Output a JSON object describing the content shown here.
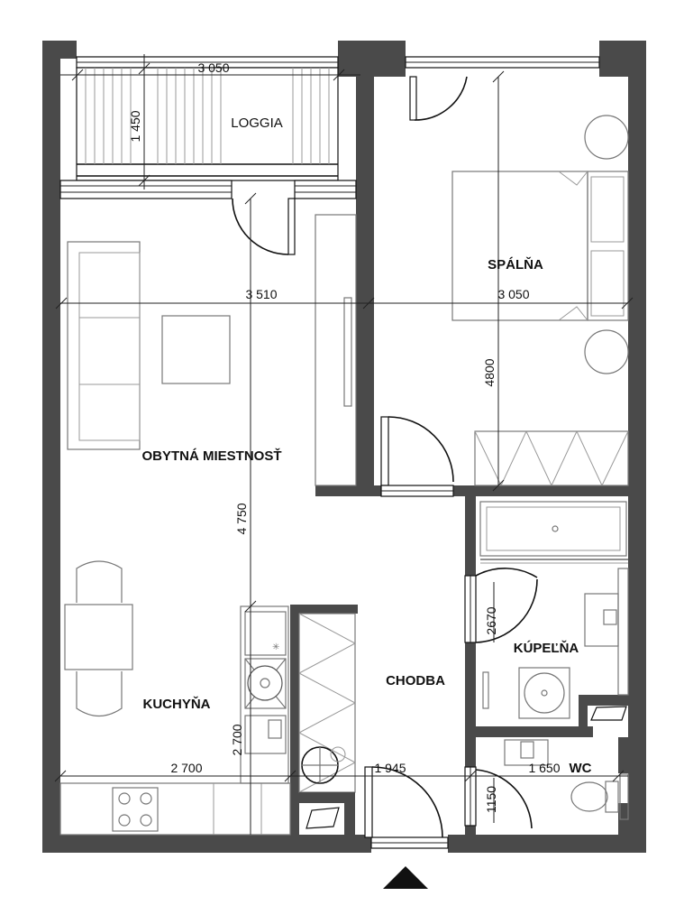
{
  "rooms": {
    "loggia": "LOGGIA",
    "bedroom": "SPÁLŇA",
    "living": "OBYTNÁ MIESTNOSŤ",
    "kitchen": "KUCHYŇA",
    "hallway": "CHODBA",
    "bathroom": "KÚPEĽŇA",
    "wc": "WC"
  },
  "dimensions": {
    "loggia_width": "3 050",
    "loggia_depth": "1 450",
    "living_width": "3 510",
    "bedroom_width": "3 050",
    "bedroom_depth": "4800",
    "living_depth": "4 750",
    "kitchen_width": "2 700",
    "kitchen_depth": "2 700",
    "hall_width": "1 945",
    "bath_depth": "2670",
    "wc_width": "1 650",
    "wc_depth": "1150"
  },
  "entrance_marker": "entrance-arrow"
}
